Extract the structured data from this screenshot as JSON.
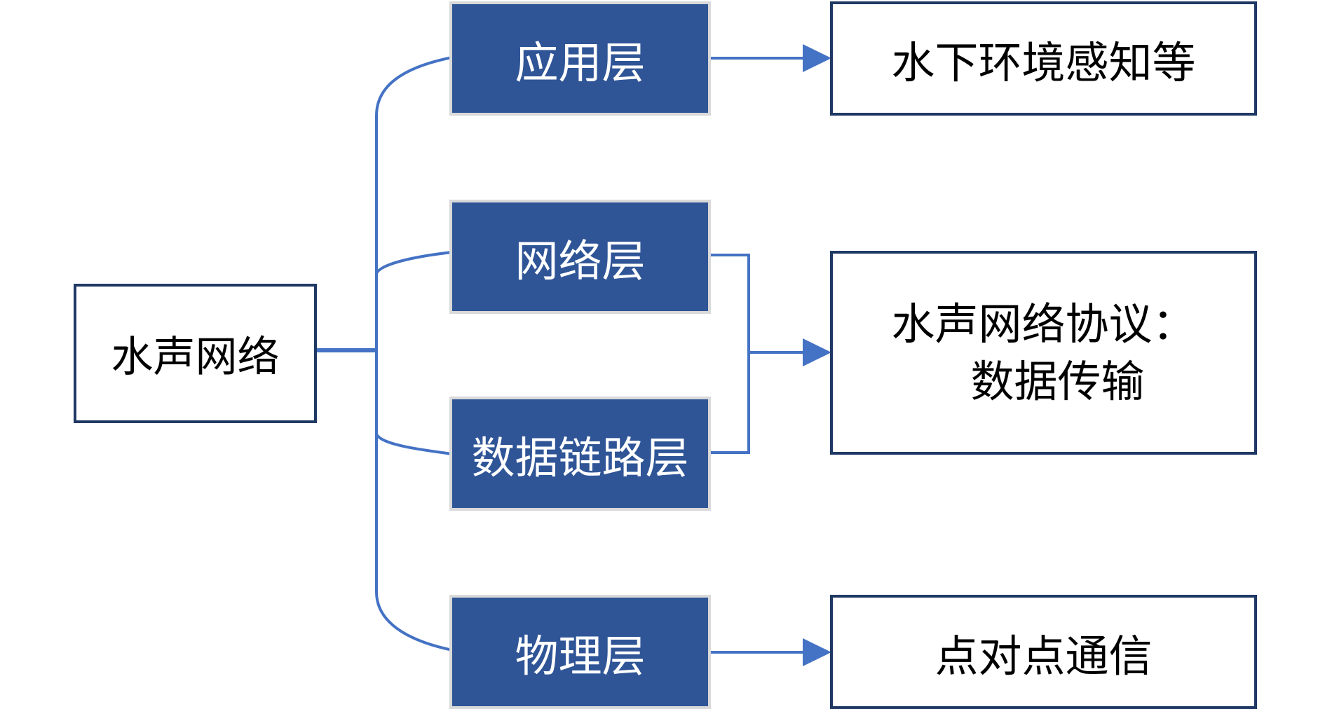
{
  "root": {
    "label": "水声网络"
  },
  "layers": [
    {
      "label": "应用层"
    },
    {
      "label": "网络层"
    },
    {
      "label": "数据链路层"
    },
    {
      "label": "物理层"
    }
  ],
  "results": {
    "application": {
      "label": "水下环境感知等"
    },
    "protocol": {
      "line1": "水声网络协议：",
      "line2": "数据传输"
    },
    "physical": {
      "label": "点对点通信"
    }
  },
  "colors": {
    "layer_fill": "#2f5597",
    "connector": "#4472c4",
    "box_border": "#1f3864"
  }
}
